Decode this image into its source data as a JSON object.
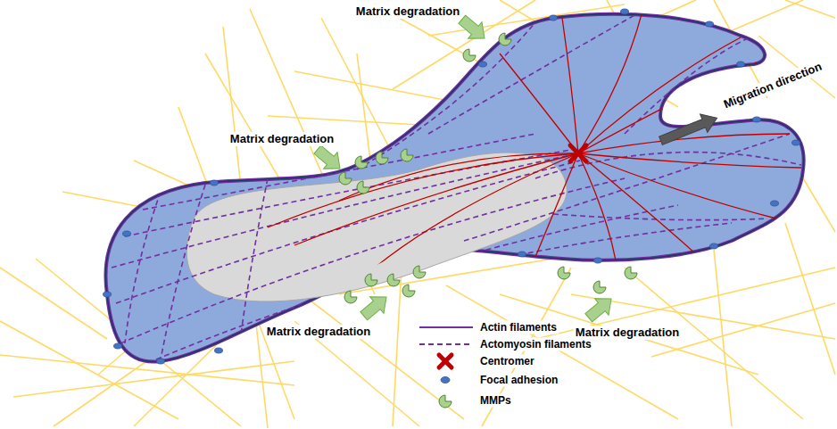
{
  "diagram": {
    "labels": [
      "Matrix degradation",
      "Matrix degradation",
      "Matrix degradation",
      "Matrix degradation",
      "Migration direction"
    ],
    "legend": [
      {
        "text": "Actin filaments"
      },
      {
        "text": "Actomyosin filaments"
      },
      {
        "text": "Centromer"
      },
      {
        "text": "Focal adhesion"
      },
      {
        "text": "MMPs"
      }
    ]
  }
}
